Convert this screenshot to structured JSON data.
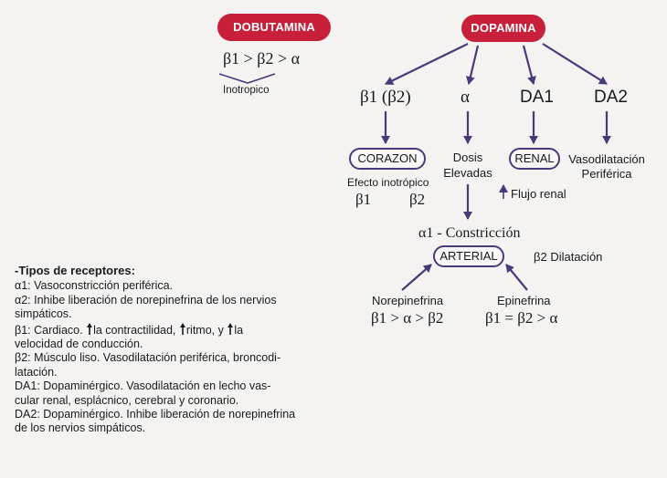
{
  "nodes": {
    "dobutamina": "DOBUTAMINA",
    "dopamina": "DOPAMINA",
    "dobutamina_order": "β1 > β2 > α",
    "inotropico": "Inotropico",
    "beta1_beta2": "β1 (β2)",
    "alpha": "α",
    "da1": "DA1",
    "da2": "DA2",
    "corazon": "CORAZON",
    "efecto_inotropico": "Efecto inotrópico",
    "beta1": "β1",
    "beta2": "β2",
    "dosis": "Dosis",
    "elevadas": "Elevadas",
    "renal": "RENAL",
    "flujo_renal": "Flujo renal",
    "vasodilatacion": "Vasodilatación",
    "periferica": "Periférica",
    "alpha1_constriccion": "α1 - Constricción",
    "arterial": "ARTERIAL",
    "beta2_dilatacion": "β2 Dilatación",
    "norepinefrina": "Norepinefrina",
    "norepinefrina_order": "β1 > α > β2",
    "epinefrina": "Epinefrina",
    "epinefrina_order": "β1 = β2 > α"
  },
  "legend": {
    "title": "-Tipos de receptores:",
    "a1": "α1:  Vasoconstricción periférica.",
    "a2_l1": "α2:  Inhibe liberación de norepinefrina de los nervios",
    "a2_l2": "simpáticos.",
    "b1_pre": "β1:  Cardiaco.",
    "b1_mid1": "la contractilidad,",
    "b1_mid2": "ritmo, y",
    "b1_end": "la",
    "b1_l2": "velocidad de conducción.",
    "b2_l1": "β2:  Músculo liso. Vasodilatación periférica, broncodi-",
    "b2_l2": "latación.",
    "da1_l1": "DA1: Dopaminérgico.  Vasodilatación en lecho vas-",
    "da1_l2": "cular renal, esplácnico, cerebral y coronario.",
    "da2_l1": "DA2: Dopaminérgico. Inhibe liberación de norepinefrina",
    "da2_l2": "de los nervios simpáticos."
  },
  "colors": {
    "pill": "#c8203a",
    "arrow": "#4a3a7a",
    "background": "#f4f3f1"
  },
  "icons": [
    "up-arrow-icon"
  ]
}
